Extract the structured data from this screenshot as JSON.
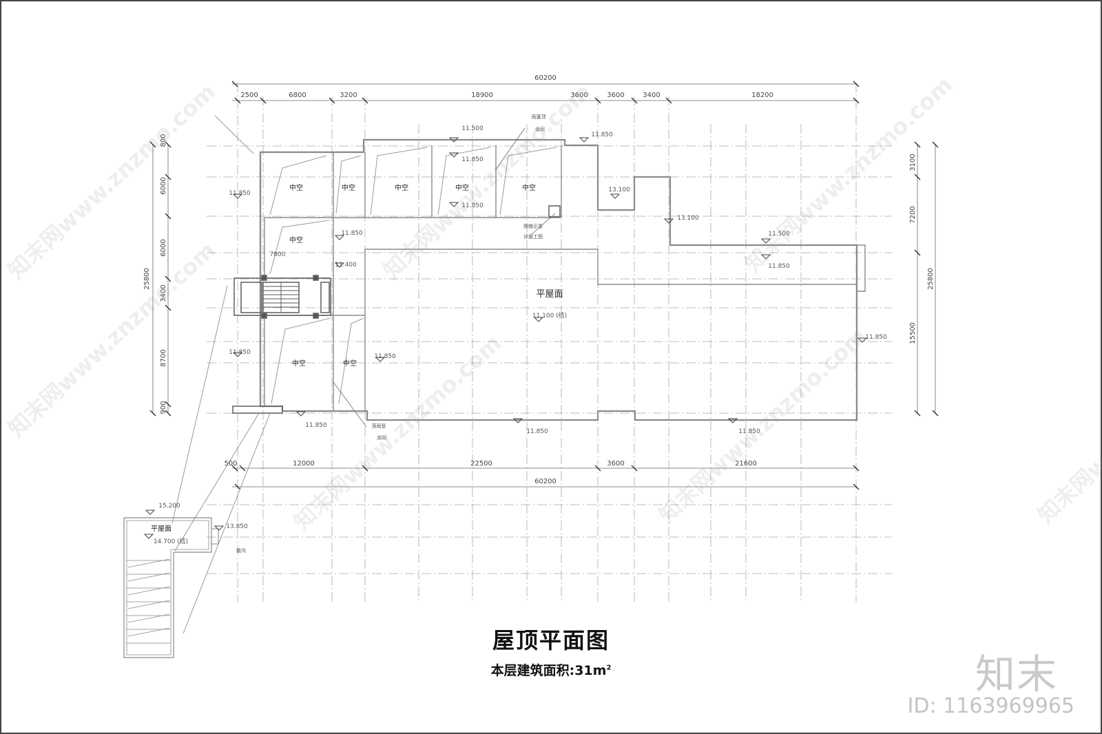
{
  "drawing": {
    "title": "屋顶平面图",
    "subtitle": "本层建筑面积:31m",
    "subtitle_sup": "2",
    "brand": "知末",
    "image_id": "ID: 1163969965",
    "watermark": "知末网www.znzmo.com"
  },
  "dimensions": {
    "top_total": "60200",
    "top_segments": [
      "2500",
      "6800",
      "3200",
      "18900",
      "3600",
      "3600",
      "3400",
      "18200"
    ],
    "bottom_total": "60200",
    "bottom_segments": [
      "500",
      "12000",
      "22500",
      "3600",
      "21600"
    ],
    "left_total": "25800",
    "left_segments": [
      "800",
      "6000",
      "6000",
      "3400",
      "8700",
      "900"
    ],
    "right_total": "25800",
    "right_segments": [
      "3100",
      "7200",
      "15500"
    ]
  },
  "rooms": {
    "void_label": "中空",
    "flat_roof_label": "平屋面",
    "flat_roof_elev": "11.100 (结)",
    "small_roof_label": "平屋面",
    "small_roof_elev": "14.700 (结)"
  },
  "elevations": {
    "e11500": "11.500",
    "e11850": "11.850",
    "e11400": "11.400",
    "e13100": "13.100",
    "e15200": "15.200",
    "e13850": "13.850",
    "dim7800": "7800"
  },
  "notes": {
    "rainwater_top": "雨蓬顶",
    "down_pipe": "余同",
    "roof_access": "爬梯示意",
    "roof_access_2": "详施工图",
    "drain_bottom": "落雨管",
    "down_pipe_2": "余同",
    "eave": "檐沟"
  },
  "colors": {
    "line": "#555555",
    "wall": "#8a8a8a",
    "grid": "#a8a8a8",
    "text": "#333333"
  }
}
